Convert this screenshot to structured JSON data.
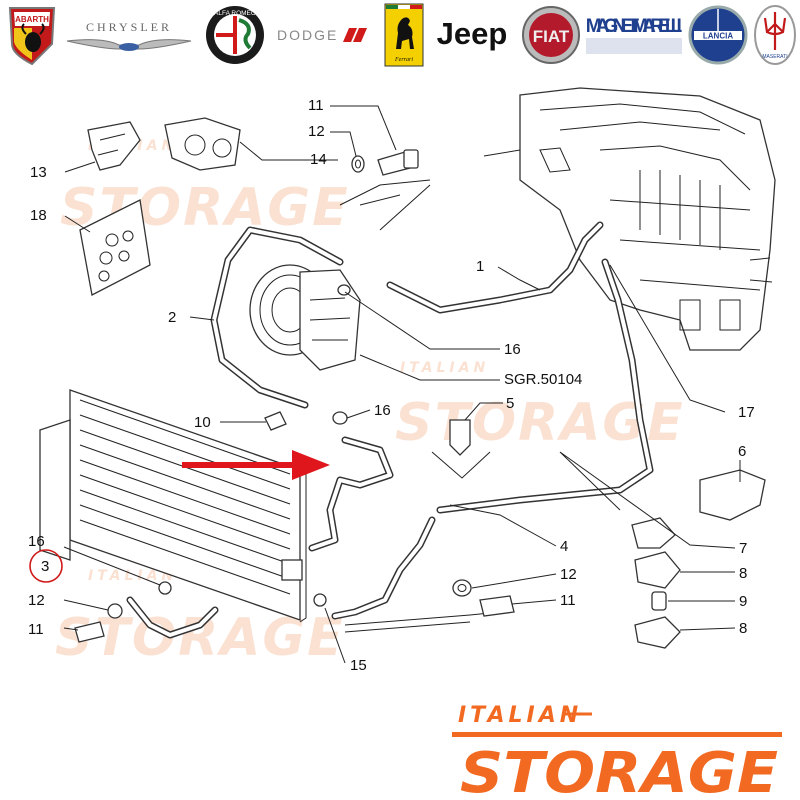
{
  "brands": [
    {
      "name": "ABARTH",
      "icon": "abarth-scorpion-badge-icon"
    },
    {
      "name": "CHRYSLER",
      "icon": "chrysler-wings-icon"
    },
    {
      "name": "ALFA ROMEO",
      "icon": "alfa-romeo-badge-icon"
    },
    {
      "name": "DODGE",
      "icon": "dodge-stripes-icon"
    },
    {
      "name": "Ferrari",
      "icon": "ferrari-horse-shield-icon"
    },
    {
      "name": "Jeep",
      "icon": "jeep-wordmark-icon"
    },
    {
      "name": "FIAT",
      "icon": "fiat-badge-icon"
    },
    {
      "name": "MAGNETI MARELLI",
      "icon": "magneti-marelli-wordmark-icon"
    },
    {
      "name": "LANCIA",
      "icon": "lancia-badge-icon"
    },
    {
      "name": "MASERATI",
      "icon": "maserati-trident-icon"
    }
  ],
  "callouts": {
    "c1": "1",
    "c2": "2",
    "c3": "3",
    "c4": "4",
    "c5": "5",
    "c6": "6",
    "c7": "7",
    "c8a": "8",
    "c8b": "8",
    "c9": "9",
    "c10": "10",
    "c11a": "11",
    "c11b": "11",
    "c11c": "11",
    "c12a": "12",
    "c12b": "12",
    "c12c": "12",
    "c13": "13",
    "c14": "14",
    "c15": "15",
    "c16a": "16",
    "c16b": "16",
    "c16c": "16",
    "c17": "17",
    "c18": "18",
    "ref": "SGR.50104"
  },
  "highlight": {
    "callout": "3",
    "color": "#d11a1a"
  },
  "arrow": {
    "color": "#e0161d"
  },
  "watermark": {
    "line1": "ITALIAN",
    "line2": "STORAGE",
    "color": "#f26a21"
  },
  "footer": {
    "line1": "ITALIAN",
    "line2": "STORAGE",
    "color": "#f26a21"
  }
}
